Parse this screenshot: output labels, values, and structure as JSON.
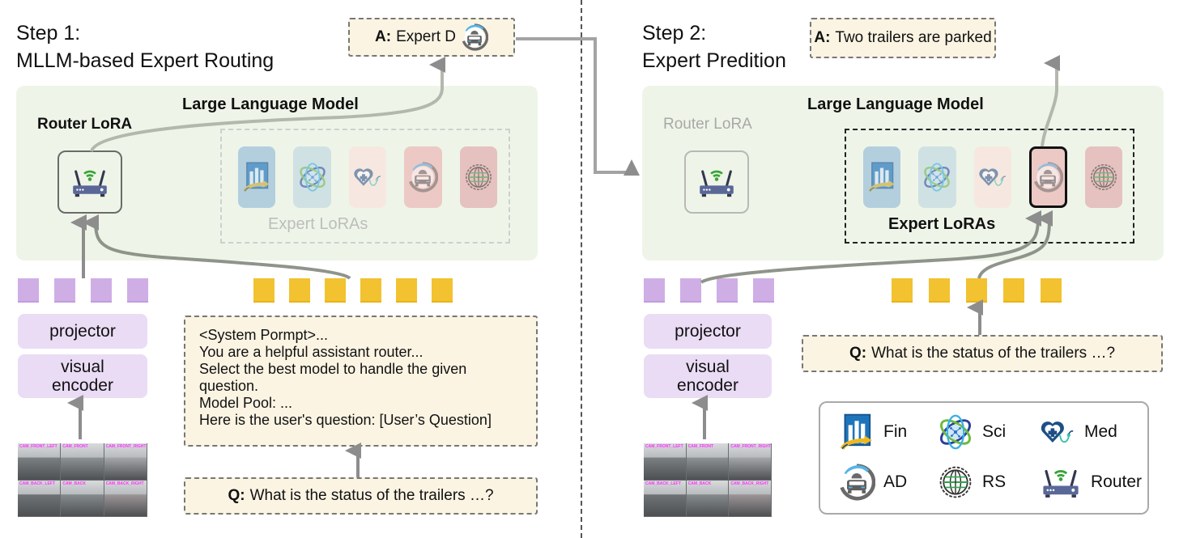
{
  "step1": {
    "title_line1": "Step 1:",
    "title_line2": "MLLM-based Expert Routing",
    "llm_title": "Large Language Model",
    "router_label": "Router LoRA",
    "experts_label": "Expert LoRAs",
    "answer_prefix": "A:",
    "answer_text": "Expert D",
    "answer_icon": "ad-icon",
    "projector_label": "projector",
    "encoder_label": "visual encoder",
    "system_prompt_lines": [
      "<System Pormpt>...",
      "You are a helpful assistant router...",
      "Select the best model to handle the given",
      "question.",
      "Model Pool: ...",
      "Here is the user's question: [User’s Question]"
    ],
    "question_prefix": "Q:",
    "question_text": "What is the status of the trailers …?",
    "visual_tokens": 4,
    "text_tokens": 6
  },
  "step2": {
    "title_line1": "Step 2:",
    "title_line2": "Expert Predition",
    "llm_title": "Large Language Model",
    "router_label": "Router LoRA",
    "experts_label": "Expert LoRAs",
    "answer_prefix": "A:",
    "answer_text": "Two trailers are parked",
    "projector_label": "projector",
    "encoder_label": "visual encoder",
    "question_prefix": "Q:",
    "question_text": "What is the status of the trailers …?",
    "selected_expert": "AD",
    "visual_tokens": 4,
    "text_tokens": 5
  },
  "experts": [
    {
      "key": "Fin",
      "icon": "finance-chart-icon",
      "card_color": "#b3cfde"
    },
    {
      "key": "Sci",
      "icon": "science-atom-icon",
      "card_color": "#cfe1e3"
    },
    {
      "key": "Med",
      "icon": "medical-heart-icon",
      "card_color": "#f6e8e0"
    },
    {
      "key": "AD",
      "icon": "autonomous-driving-icon",
      "card_color": "#ecc9c4"
    },
    {
      "key": "RS",
      "icon": "remote-sensing-globe-icon",
      "card_color": "#e5c2bf"
    }
  ],
  "camera_labels": [
    "CAM_FRONT_LEFT",
    "CAM_FRONT",
    "CAM_FRONT_RIGHT",
    "CAM_BACK_LEFT",
    "CAM_BACK",
    "CAM_BACK_RIGHT"
  ],
  "legend": {
    "items": [
      {
        "label": "Fin",
        "icon": "finance-chart-icon"
      },
      {
        "label": "Sci",
        "icon": "science-atom-icon"
      },
      {
        "label": "Med",
        "icon": "medical-heart-icon"
      },
      {
        "label": "AD",
        "icon": "autonomous-driving-icon"
      },
      {
        "label": "RS",
        "icon": "remote-sensing-globe-icon"
      },
      {
        "label": "Router",
        "icon": "router-icon"
      }
    ]
  },
  "colors": {
    "llm_panel": "#eef5e8",
    "visual_token": "#cfaee6",
    "text_token": "#f2c230",
    "purple_box": "#eadcf5",
    "note_box": "#fbf4e3"
  }
}
